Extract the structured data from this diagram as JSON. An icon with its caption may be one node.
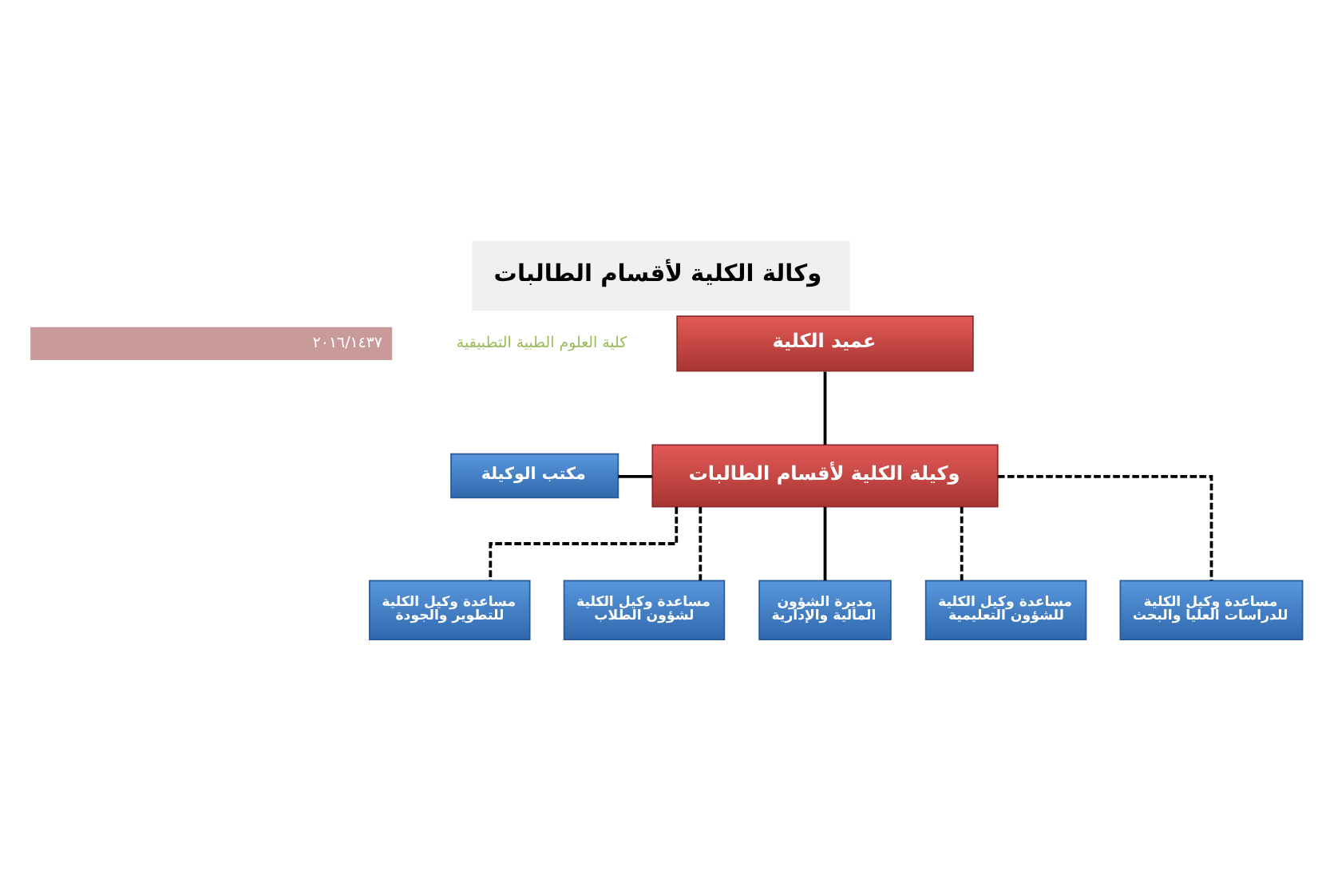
{
  "diagram": {
    "title": "وكالة الكلية لأقسام الطالبات",
    "nodes": [
      {
        "text": [
          "عميد الكلية"
        ]
      },
      {
        "text": [
          "وكيلة الكلية لأقسام الطالبات"
        ]
      },
      {
        "text": [
          "مكتب الوكيلة"
        ]
      },
      {
        "text": [
          "مساعدة وكيل الكلية للدراسات العليا والبحث"
        ]
      },
      {
        "text": [
          "مساعدة وكيل الكلية للشؤون التعليمية"
        ]
      },
      {
        "text": [
          "مديرة الشؤون المالية والإدارية"
        ]
      },
      {
        "text": [
          "مساعدة وكيل الكلية لشؤون الطلاب"
        ]
      },
      {
        "text": [
          "مساعدة وكيل الكلية للتطوير والجودة"
        ]
      }
    ],
    "edges": [
      {
        "from": 0,
        "to": 1,
        "arrow": "none"
      },
      {
        "from": 2,
        "to": 1,
        "arrow": "none"
      },
      {
        "from": 1,
        "to": 3,
        "arrow": "none",
        "style": "dashed"
      },
      {
        "from": 1,
        "to": 4,
        "arrow": "none",
        "style": "dashed"
      },
      {
        "from": 1,
        "to": 5,
        "arrow": "none"
      },
      {
        "from": 1,
        "to": 6,
        "arrow": "none",
        "style": "dashed"
      },
      {
        "from": 1,
        "to": 7,
        "arrow": "none",
        "style": "dashed"
      }
    ],
    "labels": [
      "كلية العلوم الطبية التطبيقية",
      "٢٠١٦/١٤٣٧"
    ]
  }
}
